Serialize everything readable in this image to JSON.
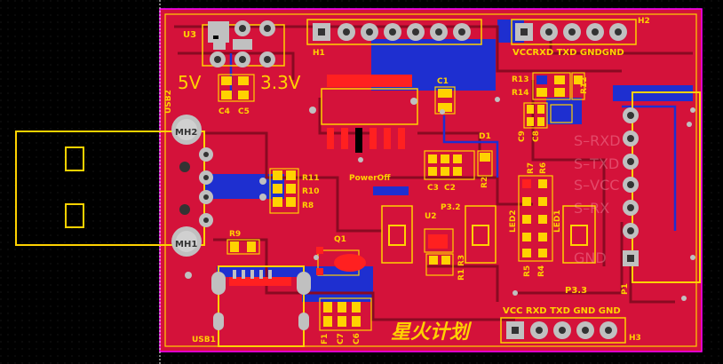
{
  "board": {
    "colors": {
      "background": "#000000",
      "board": "#d4123a",
      "copper_bottom": "#1e2fd0",
      "silk": "#ffd200",
      "outline": "#ff00ff",
      "pad": "#c0c0c0",
      "pad_red": "#ff2020"
    },
    "logo_text": "星火计划"
  },
  "labels": {
    "u3": "U3",
    "h1": "H1",
    "h2": "H2",
    "h3": "H3",
    "v5": "5V",
    "v33": "3.3V",
    "c4": "C4",
    "c5": "C5",
    "c1": "C1",
    "usb2": "USB2",
    "mh2": "MH2",
    "mh1": "MH1",
    "r11": "R11",
    "r10": "R10",
    "r8": "R8",
    "r9": "R9",
    "q1": "Q1",
    "poweroff": "PowerOff",
    "d1": "D1",
    "c3": "C3",
    "c2": "C2",
    "r2": "R2",
    "u2": "U2",
    "p32": "P3.2",
    "r1": "R1",
    "r3": "R3",
    "r13": "R13",
    "r14": "R14",
    "r12": "R12",
    "c9": "C9",
    "c8": "C8",
    "r7": "R7",
    "r6": "R6",
    "led2": "LED2",
    "led1": "LED1",
    "r5": "R5",
    "r4": "R4",
    "p33": "P3.3",
    "p1": "P1",
    "usb1": "USB1",
    "f1": "F1",
    "c7": "C7",
    "c6": "C6",
    "h2_pins": "VCCRXD TXD GNDGND",
    "h3_pins": "VCC RXD TXD GND GND",
    "ghost_rxd": "S–RXD",
    "ghost_txd": "S–TXD",
    "ghost_vcc": "S–VCC",
    "ghost_p1": "S–RX",
    "ghost_gnd": "GND"
  }
}
